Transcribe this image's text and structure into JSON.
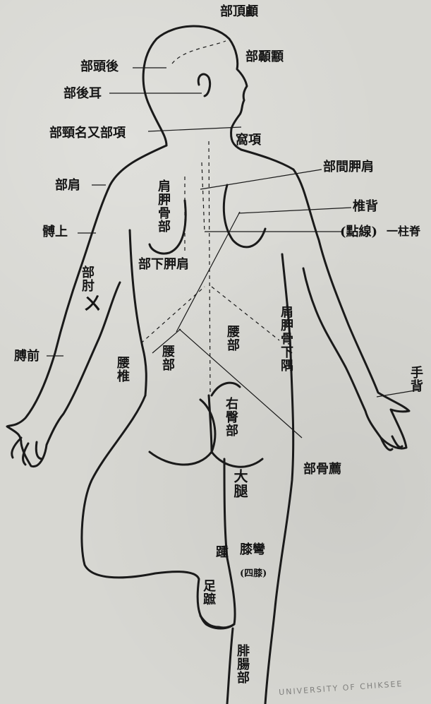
{
  "labels": {
    "crown": "部頂顱",
    "temple": "部顳顬",
    "occiput": "部頭後",
    "behind_ear": "部後耳",
    "neck_back": "部頸名又部項",
    "nape_fossa": "窩項",
    "interscapular": "部間胛肩",
    "back_spine": "椎背",
    "spine_dotted": "(點線)",
    "spine_column": "一柱脊",
    "shoulder": "部肩",
    "upper_arm": "髆上",
    "elbow": "部肘",
    "elbow_mark": "ㄨ",
    "forearm": "膊前",
    "scapula": "肩胛骨部",
    "infrascapular": "部下胛肩",
    "lumbar_vert": "腰椎",
    "lumbar_left": "腰部",
    "lumbar_right": "腰部",
    "scapular_angle": "肩胛骨下隅",
    "hand_back": "手背",
    "buttock": "右臀部",
    "sacrum": "部骨薦",
    "thigh": "大腿",
    "heel": "踵",
    "popliteal": "膝彎",
    "popliteal_note": "(四膝)",
    "foot_sole": "足蹠",
    "calf": "腓腸部"
  },
  "stamp": "UNIVERSITY OF CHIKSEE"
}
